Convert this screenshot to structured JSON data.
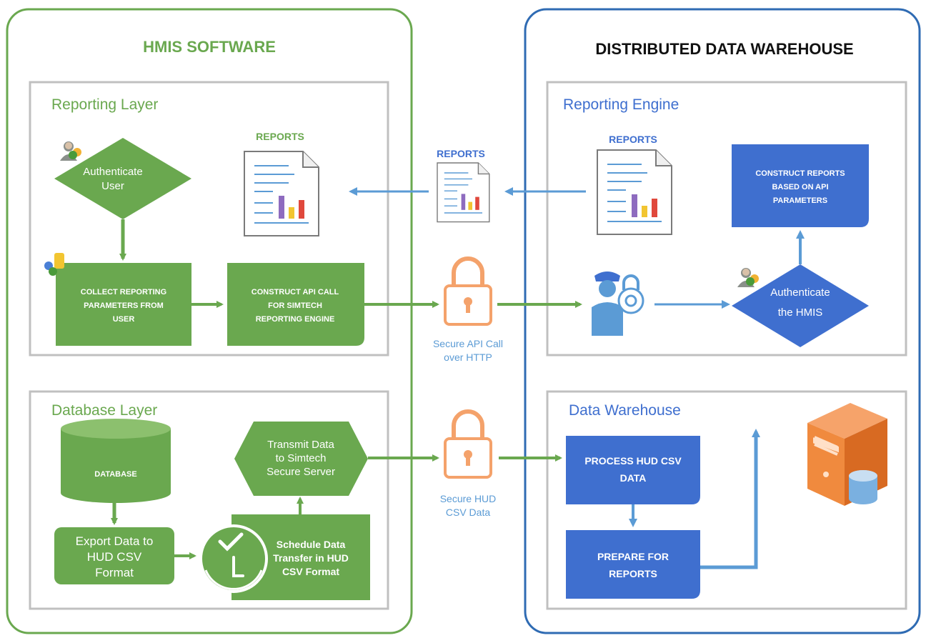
{
  "hmis": {
    "title": "HMIS SOFTWARE",
    "reporting_layer": {
      "title": "Reporting Layer",
      "authenticate": [
        "Authenticate",
        "User"
      ],
      "reports_label": "REPORTS",
      "collect": [
        "COLLECT REPORTING",
        "PARAMETERS FROM",
        "USER"
      ],
      "construct": [
        "CONSTRUCT API CALL",
        "FOR SIMTECH",
        "REPORTING ENGINE"
      ]
    },
    "database_layer": {
      "title": "Database Layer",
      "database": "DATABASE",
      "transmit": [
        "Transmit Data",
        "to Simtech",
        "Secure Server"
      ],
      "export": [
        "Export Data to",
        "HUD CSV",
        "Format"
      ],
      "schedule": [
        "Schedule Data",
        "Transfer in HUD",
        "CSV Format"
      ]
    }
  },
  "middle": {
    "reports_label": "REPORTS",
    "secure_api": [
      "Secure API Call",
      "over HTTP"
    ],
    "secure_hud": [
      "Secure HUD",
      "CSV Data"
    ]
  },
  "warehouse": {
    "title": "DISTRIBUTED DATA WAREHOUSE",
    "reporting_engine": {
      "title": "Reporting Engine",
      "reports_label": "REPORTS",
      "construct_reports": [
        "CONSTRUCT REPORTS",
        "BASED ON API",
        "PARAMETERS"
      ],
      "authenticate": [
        "Authenticate",
        "the HMIS"
      ]
    },
    "data_warehouse": {
      "title": "Data Warehouse",
      "process": [
        "PROCESS HUD CSV",
        "DATA"
      ],
      "prepare": [
        "PREPARE FOR",
        "REPORTS"
      ]
    }
  },
  "colors": {
    "green": "#6aa84f",
    "green_dark": "#5a9a3c",
    "blue": "#3f6fcf",
    "blue_border": "#2f6bb3",
    "arrow_blue": "#5b9bd5",
    "gray_border": "#c0c0c0",
    "lock_orange": "#f4a26b"
  },
  "icons": [
    "user-icon",
    "database-user-icon",
    "report-document-icon",
    "padlock-icon",
    "security-guard-icon",
    "clock-check-icon",
    "server-icon"
  ]
}
